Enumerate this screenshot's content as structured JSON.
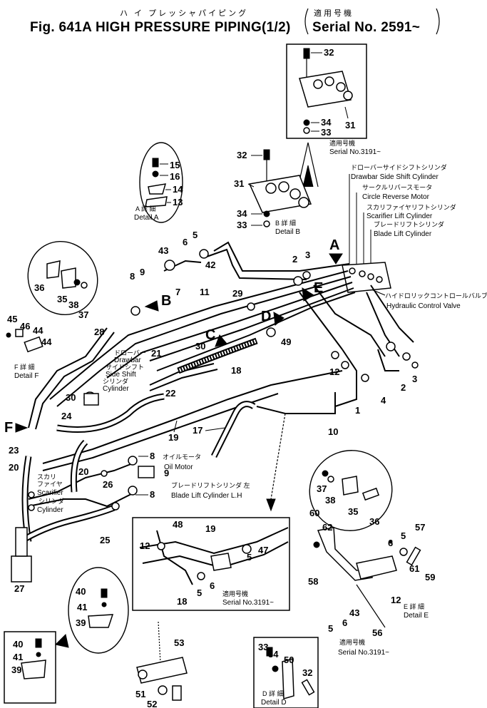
{
  "title": {
    "jp": "ハ イ プレッシャパイピング",
    "en": "Fig. 641A HIGH PRESSURE PIPING(1/2)",
    "serial_jp": "適用号機",
    "serial_en": "Serial No. 2591~"
  },
  "detail_labels": {
    "a_jp": "A 詳 細",
    "a_en": "Detail A",
    "b_jp": "B 詳 細",
    "b_en": "Detail B",
    "d_jp": "D 詳 細",
    "d_en": "Detail D",
    "e_jp": "E 詳 細",
    "e_en": "Detail E",
    "f_jp": "F 詳 細",
    "f_en": "Detail F"
  },
  "serial_notes": {
    "top_jp": "適用号機",
    "top_en": "Serial No.3191~",
    "mid_jp": "適用号機",
    "mid_en": "Serial No.3191~",
    "right_jp": "適用号機",
    "right_en": "Serial No.3191~"
  },
  "callouts": {
    "drawbar_shift_jp": "ドローバーサイドシフトシリンダ",
    "drawbar_shift_en": "Drawbar Side Shift Cylinder",
    "circle_rev_jp": "サークルリバースモータ",
    "circle_rev_en": "Circle Reverse Motor",
    "scarifier_jp": "スカリファイヤリフトシリンダ",
    "scarifier_en": "Scarifier Lift Cylinder",
    "blade_lift_jp": "ブレードリフトシリンダ",
    "blade_lift_en": "Blade Lift Cylinder",
    "control_valve_jp": "ハイドロリックコントロールバルブ",
    "control_valve_en": "Hydraulic Control Valve",
    "drawbar_left_jp": "ドローバー",
    "drawbar_left_en": "Drawbar",
    "side_shift_jp": "サイドシフト",
    "side_shift_en": "Side Shift",
    "cylinder_jp": "シリンダ",
    "cylinder_en": "Cylinder",
    "oil_motor_jp": "オイルモータ",
    "oil_motor_en": "Oil Motor",
    "blade_lh_jp": "ブレードリフトシリンダ 左",
    "blade_lh_en": "Blade Lift Cylinder L.H",
    "scar_jp": "スカリ",
    "scar_jp2": "ファイヤ",
    "scar_en": "Scarifier",
    "scar_cyl_jp": "シリンダ",
    "scar_cyl_en": "Cylinder"
  },
  "view_letters": [
    "A",
    "B",
    "C",
    "D",
    "E",
    "F"
  ],
  "part_numbers": [
    "1",
    "2",
    "3",
    "4",
    "5",
    "6",
    "7",
    "8",
    "9",
    "10",
    "11",
    "12",
    "13",
    "14",
    "15",
    "16",
    "17",
    "18",
    "19",
    "20",
    "21",
    "22",
    "23",
    "24",
    "25",
    "26",
    "27",
    "28",
    "29",
    "30",
    "31",
    "32",
    "33",
    "34",
    "35",
    "36",
    "37",
    "38",
    "39",
    "40",
    "41",
    "42",
    "43",
    "44",
    "45",
    "46",
    "47",
    "48",
    "49",
    "50",
    "51",
    "52",
    "53",
    "56",
    "57",
    "58",
    "59",
    "60",
    "61",
    "62"
  ]
}
